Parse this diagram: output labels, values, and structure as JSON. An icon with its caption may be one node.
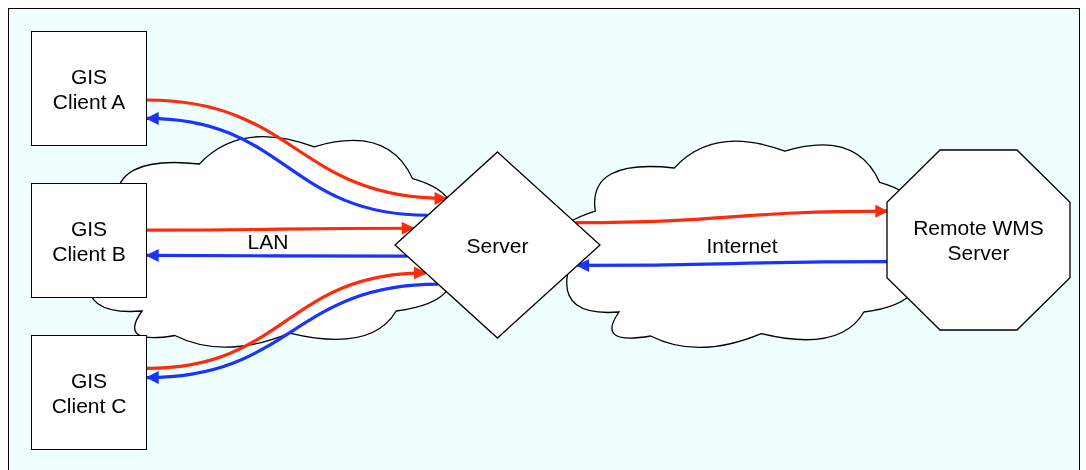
{
  "diagram": {
    "nodes": [
      {
        "text": [
          "GIS Client A"
        ]
      },
      {
        "text": [
          "GIS Client B"
        ]
      },
      {
        "text": [
          "GIS Client C"
        ]
      },
      {
        "text": [
          "Server"
        ]
      },
      {
        "text": [
          "Remote WMS Server"
        ]
      }
    ],
    "edges": [
      {
        "from": 0,
        "to": 3,
        "arrow": "to",
        "color": "#ff2a0a"
      },
      {
        "from": 3,
        "to": 0,
        "arrow": "to",
        "color": "#1a33ff"
      },
      {
        "from": 1,
        "to": 3,
        "arrow": "to",
        "color": "#ff2a0a"
      },
      {
        "from": 3,
        "to": 1,
        "arrow": "to",
        "color": "#1a33ff"
      },
      {
        "from": 2,
        "to": 3,
        "arrow": "to",
        "color": "#ff2a0a"
      },
      {
        "from": 3,
        "to": 2,
        "arrow": "to",
        "color": "#1a33ff"
      },
      {
        "from": 3,
        "to": 4,
        "arrow": "to",
        "color": "#ff2a0a"
      },
      {
        "from": 4,
        "to": 3,
        "arrow": "to",
        "color": "#1a33ff"
      }
    ],
    "labels": [
      "LAN",
      "Internet"
    ]
  }
}
